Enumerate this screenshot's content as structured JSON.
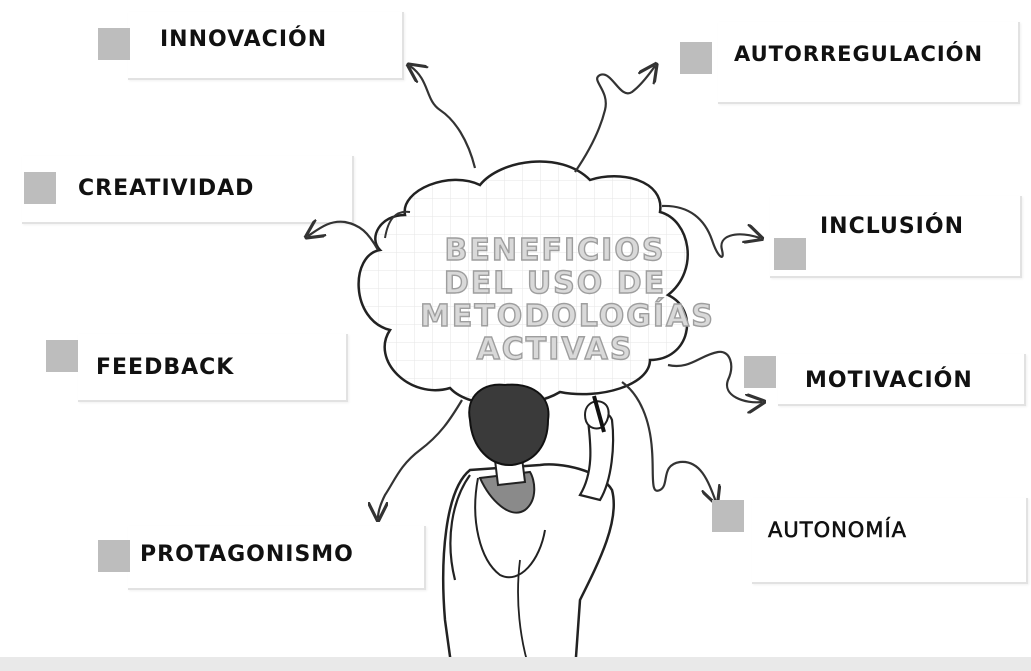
{
  "diagram": {
    "center_title": "BENEFICIOS\nDEL USO DE\nMETODOLOGÍAS\nACTIVAS",
    "benefits": {
      "innovacion": "INNOVACIÓN",
      "autorregulacion": "AUTORREGULACIÓN",
      "creatividad": "CREATIVIDAD",
      "inclusion": "INCLUSIÓN",
      "feedback": "FEEDBACK",
      "motivacion": "MOTIVACIÓN",
      "protagonismo": "PROTAGONISMO",
      "autonomia": "AUTONOMÍA"
    }
  },
  "colors": {
    "swatch": "#bdbdbd",
    "ink": "#111111",
    "cloud_text_fill": "#d9d9d9",
    "grid": "#e6e6e6"
  }
}
